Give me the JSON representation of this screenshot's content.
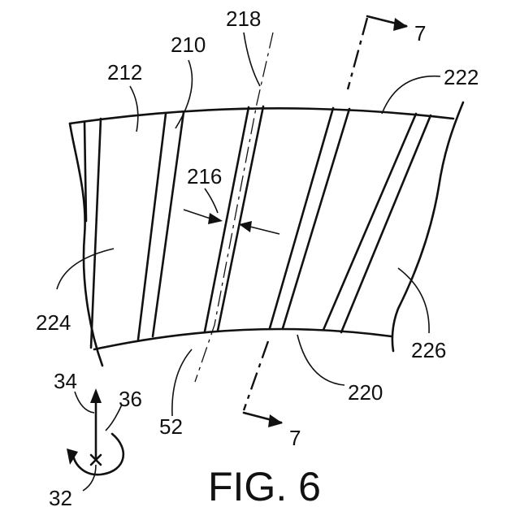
{
  "figure": {
    "caption": "FIG. 6",
    "section_marks": {
      "top": "7",
      "bottom": "7"
    },
    "labels": {
      "l212": "212",
      "l210": "210",
      "l218": "218",
      "l222": "222",
      "l216": "216",
      "l224": "224",
      "l226": "226",
      "l220": "220",
      "l52": "52",
      "l34": "34",
      "l36": "36",
      "l32": "32"
    }
  }
}
